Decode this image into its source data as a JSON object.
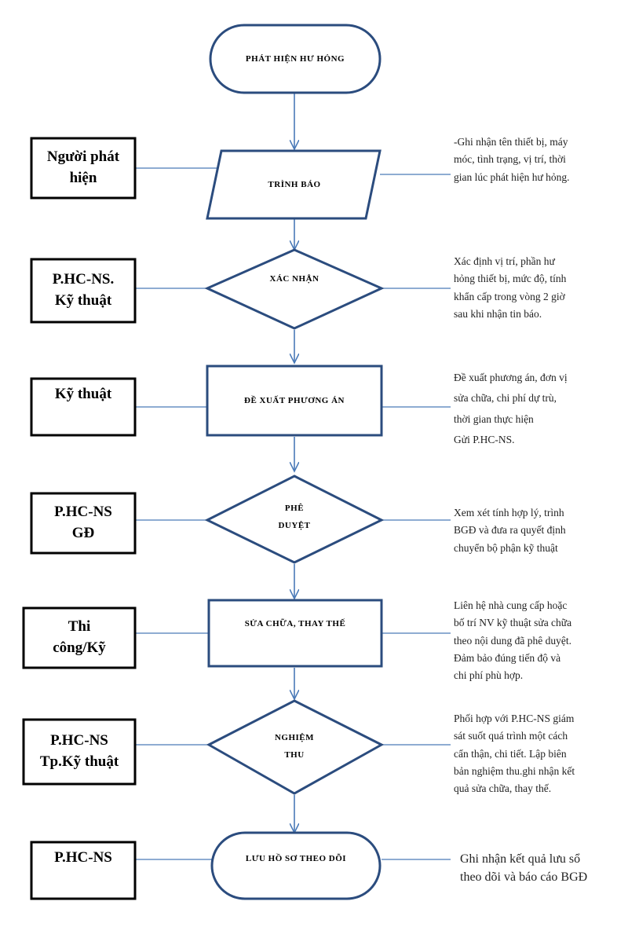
{
  "steps": {
    "detect": "PHÁT  HIỆN HƯ HỎNG",
    "report": "TRÌNH BÁO",
    "confirm": "XÁC NHẬN",
    "propose": "ĐỀ XUẤT PHƯƠNG  ÁN",
    "approve": "PHÊ\nDUYỆT",
    "repair": "SỬA CHỮA, THAY THẾ",
    "accept": "NGHIỆM\nTHU",
    "archive": "LƯU HỒ SƠ THEO DÕI"
  },
  "roles": {
    "report": "Người phát\nhiện",
    "confirm": "P.HC-NS.\nKỹ thuật",
    "propose": "Kỹ thuật",
    "approve": "P.HC-NS\nGĐ",
    "repair": "Thi\ncông/Kỹ",
    "accept": "P.HC-NS\nTp.Kỹ thuật",
    "archive": "P.HC-NS"
  },
  "notes": {
    "report": "-Ghi nhận tên thiết bị, máy\nmóc, tình trạng, vị trí, thời\ngian lúc phát hiện hư hỏng.",
    "confirm": "Xác định vị trí, phần hư\nhỏng thiết bị, mức độ, tính\nkhẩn cấp trong vòng 2 giờ\nsau khi nhận tin báo.",
    "propose": "Đề xuất phương án, đơn vị\nsửa chữa, chi phí dự trù,\nthời gian thực hiện\nGửi P.HC-NS.",
    "approve": "Xem xét tính hợp lý, trình\nBGĐ và đưa ra quyết định\nchuyển bộ phận kỹ thuật",
    "repair": "Liên hệ nhà cung cấp hoặc\nbố trí NV kỹ thuật sửa chữa\ntheo nội dung đã phê duyệt.\nĐảm bảo đúng tiến độ và\nchi phí phù hợp.",
    "accept": "Phối hợp với P.HC-NS giám\nsát suốt quá trình một cách\ncẩn thận, chi tiết. Lập biên\nbản nghiệm thu.ghi nhận kết\nquả sửa chữa, thay thế.",
    "archive": "Ghi nhận kết quả lưu sổ\ntheo dõi và báo cáo BGĐ"
  },
  "colors": {
    "stroke": "#2b4c7e",
    "arrow": "#4a7ab8",
    "line": "#4a7ab8"
  }
}
